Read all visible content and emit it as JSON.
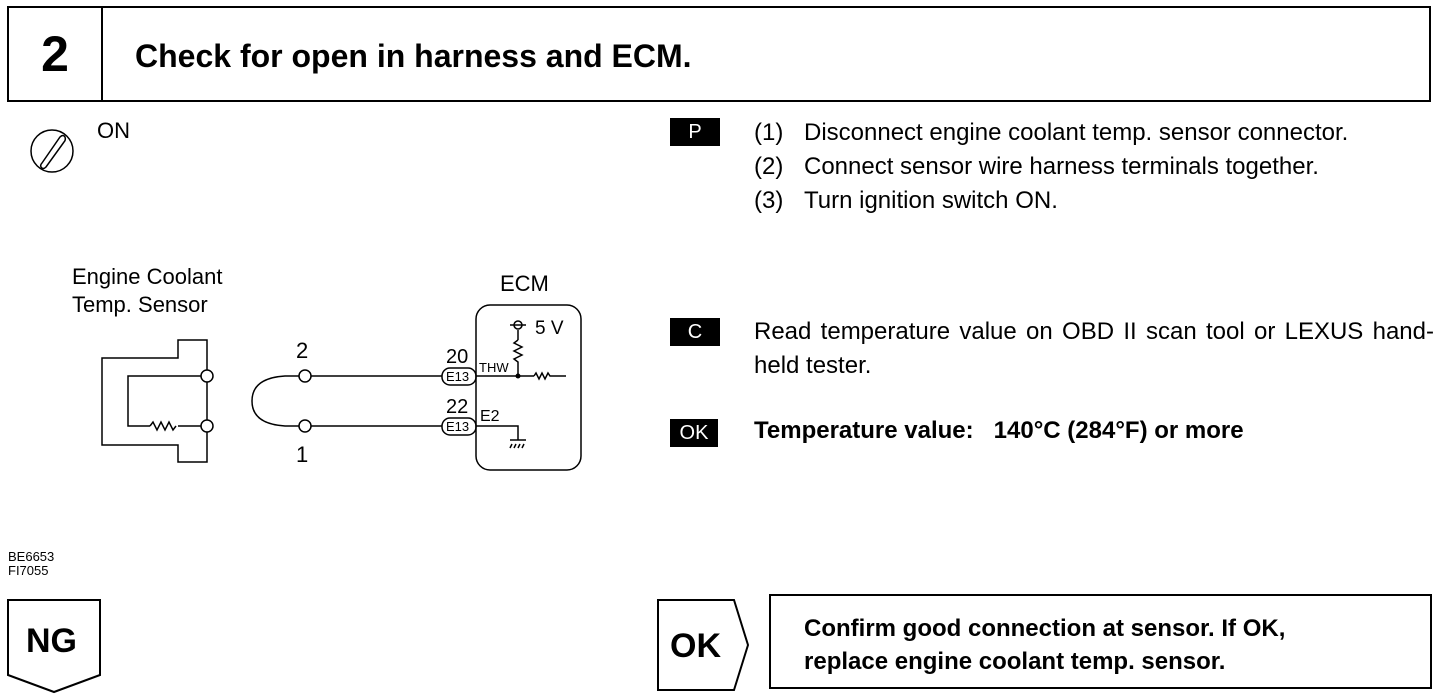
{
  "header": {
    "step_number": "2",
    "title": "Check for open in harness and ECM."
  },
  "ignition": {
    "icon": "ignition-key-icon",
    "label": "ON"
  },
  "diagram": {
    "sensor_label_line1": "Engine Coolant",
    "sensor_label_line2": "Temp. Sensor",
    "ecm_label": "ECM",
    "supply": "5 V",
    "wire_top_number": "2",
    "wire_bottom_number": "1",
    "pin_top": "20",
    "pin_bottom": "22",
    "connector_top": "E13",
    "connector_bottom": "E13",
    "signal_top": "THW",
    "signal_bottom": "E2"
  },
  "figure_codes": {
    "line1": "BE6653",
    "line2": "FI7055"
  },
  "prepare": {
    "badge": "P",
    "steps": [
      {
        "num": "(1)",
        "text": "Disconnect engine coolant temp. sensor connector."
      },
      {
        "num": "(2)",
        "text": "Connect sensor wire harness terminals together."
      },
      {
        "num": "(3)",
        "text": "Turn ignition switch ON."
      }
    ]
  },
  "check": {
    "badge": "C",
    "text": "Read temperature value on OBD II scan tool or LEXUS hand-held tester."
  },
  "ok_criteria": {
    "badge": "OK",
    "label": "Temperature value:",
    "value": "140°C (284°F) or more"
  },
  "results": {
    "ng_label": "NG",
    "ok_label": "OK",
    "ok_action_line1": "Confirm good connection at sensor. If OK,",
    "ok_action_line2": "replace engine coolant temp. sensor."
  }
}
